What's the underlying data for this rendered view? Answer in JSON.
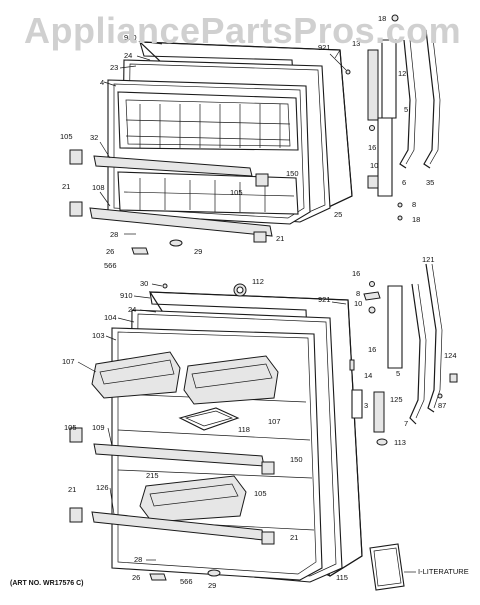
{
  "watermark": "AppliancePartsPros.com",
  "art_number": "(ART NO. WR17576 C)",
  "literature_label": "I-LITERATURE",
  "labels": {
    "t18": "18",
    "t910": "910",
    "t921": "921",
    "t24": "24",
    "t23": "23",
    "t13": "13",
    "t4": "4",
    "t12": "12",
    "t5": "5",
    "t105a": "105",
    "t32": "32",
    "t16": "16",
    "t150a": "150",
    "t10": "10",
    "t105b": "105",
    "t21a": "21",
    "t108": "108",
    "t25": "25",
    "t6": "6",
    "t35": "35",
    "t8": "8",
    "t18b": "18",
    "t28": "28",
    "t26": "26",
    "t29": "29",
    "t21b": "21",
    "t566": "566",
    "b30": "30",
    "b112": "112",
    "b16": "16",
    "b121": "121",
    "b910": "910",
    "b921": "921",
    "b8": "8",
    "b24": "24",
    "b10": "10",
    "b104": "104",
    "b103": "103",
    "b107a": "107",
    "b16b": "16",
    "b124": "124",
    "b14": "14",
    "b5": "5",
    "b3": "3",
    "b125": "125",
    "b87": "87",
    "b107b": "107",
    "b118": "118",
    "b7": "7",
    "b105a": "105",
    "b109": "109",
    "b113": "113",
    "b150": "150",
    "b215": "215",
    "b21a": "21",
    "b126": "126",
    "b105b": "105",
    "b21b": "21",
    "b28": "28",
    "b26": "26",
    "b566": "566",
    "b29": "29",
    "b115": "115"
  }
}
